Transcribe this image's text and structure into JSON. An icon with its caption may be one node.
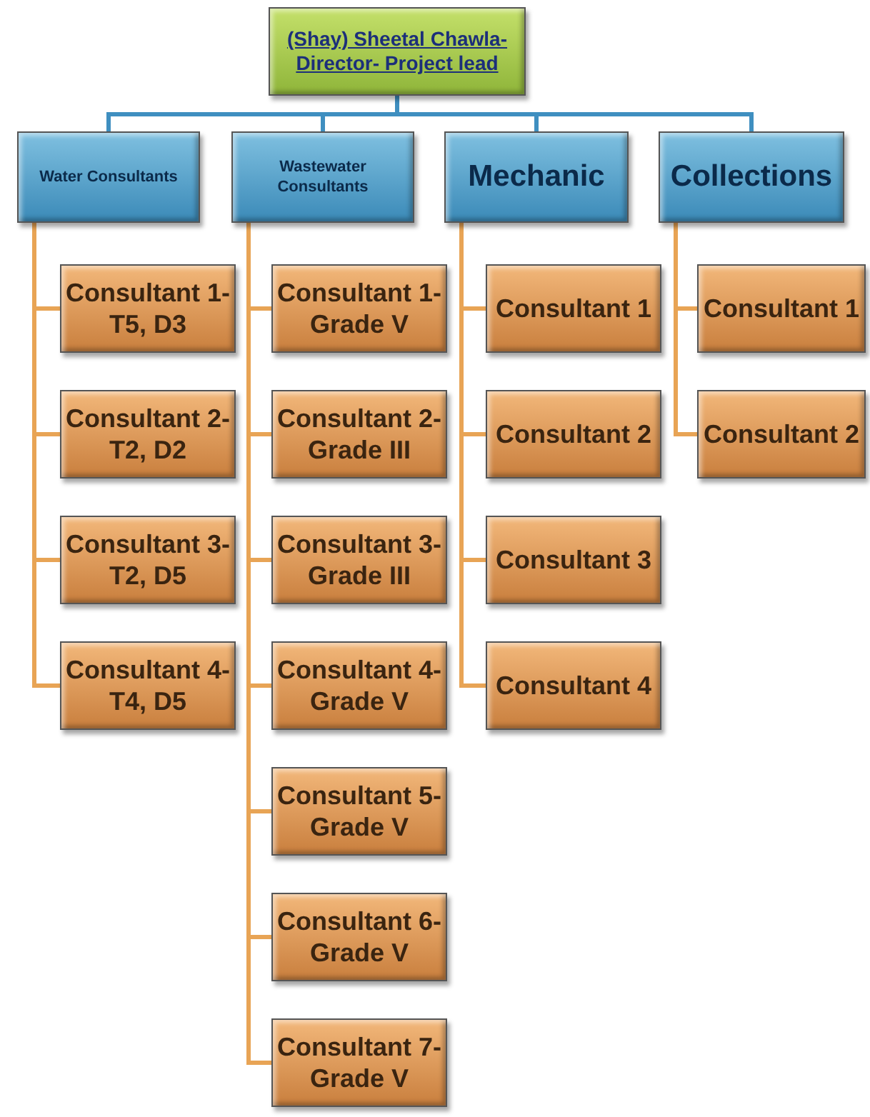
{
  "diagram": {
    "nodes": [
      {
        "text": [
          "(Shay) Sheetal Chawla- Director- Project lead"
        ]
      },
      {
        "text": [
          "Water Consultants"
        ]
      },
      {
        "text": [
          "Wastewater Consultants"
        ]
      },
      {
        "text": [
          "Mechanic"
        ]
      },
      {
        "text": [
          "Collections"
        ]
      },
      {
        "text": [
          "Consultant 1-T5, D3"
        ]
      },
      {
        "text": [
          "Consultant 2-T2, D2"
        ]
      },
      {
        "text": [
          "Consultant 3-T2, D5"
        ]
      },
      {
        "text": [
          "Consultant 4- T4, D5"
        ]
      },
      {
        "text": [
          "Consultant 1-Grade V"
        ]
      },
      {
        "text": [
          "Consultant 2- Grade III"
        ]
      },
      {
        "text": [
          "Consultant 3- Grade III"
        ]
      },
      {
        "text": [
          "Consultant 4-Grade V"
        ]
      },
      {
        "text": [
          "Consultant 5-Grade V"
        ]
      },
      {
        "text": [
          "Consultant 6-Grade V"
        ]
      },
      {
        "text": [
          "Consultant 7-Grade V"
        ]
      },
      {
        "text": [
          "Consultant 1"
        ]
      },
      {
        "text": [
          "Consultant 2"
        ]
      },
      {
        "text": [
          "Consultant 3"
        ]
      },
      {
        "text": [
          "Consultant 4"
        ]
      },
      {
        "text": [
          "Consultant 1"
        ]
      },
      {
        "text": [
          "Consultant 2"
        ]
      }
    ],
    "edges": [
      {
        "from": 0,
        "to": 1,
        "arrow": "none",
        "color": "#3f8fc0"
      },
      {
        "from": 0,
        "to": 2,
        "arrow": "none",
        "color": "#3f8fc0"
      },
      {
        "from": 0,
        "to": 3,
        "arrow": "none",
        "color": "#3f8fc0"
      },
      {
        "from": 0,
        "to": 4,
        "arrow": "none",
        "color": "#3f8fc0"
      },
      {
        "from": 1,
        "to": 5,
        "arrow": "none"
      },
      {
        "from": 1,
        "to": 6,
        "arrow": "none"
      },
      {
        "from": 1,
        "to": 7,
        "arrow": "none"
      },
      {
        "from": 1,
        "to": 8,
        "arrow": "none"
      },
      {
        "from": 2,
        "to": 9,
        "arrow": "none"
      },
      {
        "from": 2,
        "to": 10,
        "arrow": "none"
      },
      {
        "from": 2,
        "to": 11,
        "arrow": "none"
      },
      {
        "from": 2,
        "to": 12,
        "arrow": "none"
      },
      {
        "from": 2,
        "to": 13,
        "arrow": "none"
      },
      {
        "from": 2,
        "to": 14,
        "arrow": "none"
      },
      {
        "from": 2,
        "to": 15,
        "arrow": "none"
      },
      {
        "from": 3,
        "to": 16,
        "arrow": "none"
      },
      {
        "from": 3,
        "to": 17,
        "arrow": "none"
      },
      {
        "from": 3,
        "to": 18,
        "arrow": "none"
      },
      {
        "from": 3,
        "to": 19,
        "arrow": "none"
      },
      {
        "from": 4,
        "to": 20,
        "arrow": "none"
      },
      {
        "from": 4,
        "to": 21,
        "arrow": "none"
      }
    ]
  }
}
